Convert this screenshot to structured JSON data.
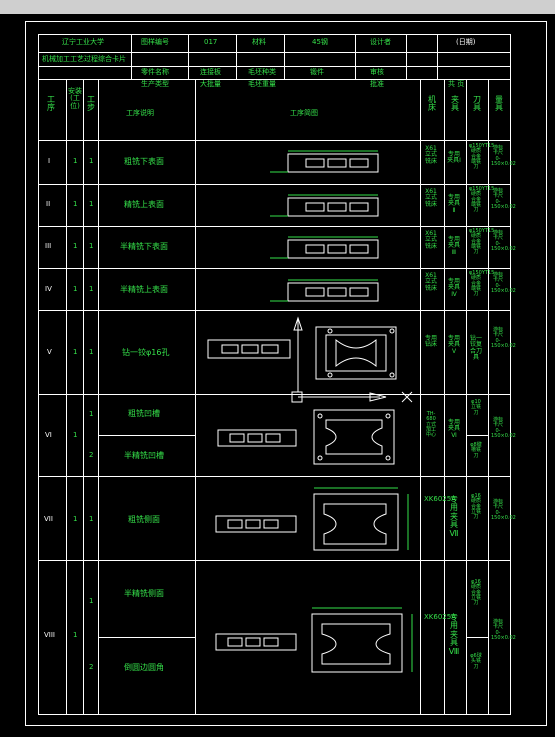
{
  "header": {
    "university": "辽宁工业大学",
    "card_title": "机械加工工艺过程综合卡片",
    "cells_row1": [
      "图样编号",
      "017",
      "材料",
      "45钢",
      "设计者",
      "(日期)"
    ],
    "cells_row2": [
      "零件名称",
      "连接板",
      "毛坯种类",
      "锻件",
      "审核",
      ""
    ],
    "cells_row3": [
      "生产类型",
      "大批量",
      "毛坯重量",
      "",
      "批准",
      "共 页"
    ]
  },
  "columns": {
    "process": "工序",
    "install": "安装(工位)",
    "step": "工步",
    "content": "工序说明",
    "sketch": "工序简图",
    "machine": "机床",
    "fixture": "夹具",
    "tool": "刀具",
    "gauge": "量具"
  },
  "rows": [
    {
      "num": "I",
      "install": "1",
      "step": "1",
      "content": "粗铣下表面",
      "machine": "X61立式铣床",
      "fixture": "专用夹具Ⅰ",
      "tool": "φ150YT15硬质合金端铣刀",
      "gauge": "游标卡尺 0-150×0.02"
    },
    {
      "num": "II",
      "install": "1",
      "step": "1",
      "content": "精铣上表面",
      "machine": "X61立式铣床",
      "fixture": "专用夹具Ⅱ",
      "tool": "φ150YT15硬质合金端铣刀",
      "gauge": "游标卡尺 0-150×0.02"
    },
    {
      "num": "III",
      "install": "1",
      "step": "1",
      "content": "半精铣下表面",
      "machine": "X61立式铣床",
      "fixture": "专用夹具Ⅲ",
      "tool": "φ150YT15硬质合金端铣刀",
      "gauge": "游标卡尺 0-150×0.02"
    },
    {
      "num": "IV",
      "install": "1",
      "step": "1",
      "content": "半精铣上表面",
      "machine": "X61立式铣床",
      "fixture": "专用夹具Ⅳ",
      "tool": "φ150YT15硬质合金端铣刀",
      "gauge": "游标卡尺 0-150×0.02"
    },
    {
      "num": "V",
      "install": "1",
      "step": "1",
      "content": "钻一铰φ16孔",
      "machine": "专用钻床",
      "fixture": "专用夹具V",
      "tool": "钻一铰复合刀具",
      "gauge": "游标卡尺 0-150×0.02"
    },
    {
      "num": "VI",
      "install": "1",
      "step": "1",
      "content": "粗铣凹槽",
      "machine": "TH-680立式加工中心",
      "fixture": "专用夹具Ⅵ",
      "tool": "φ10立铣刀",
      "gauge": "游标卡尺 0-150×0.02"
    },
    {
      "num": "",
      "install": "",
      "step": "2",
      "content": "半精铣凹槽",
      "machine": "",
      "fixture": "",
      "tool": "φ8键槽铣刀",
      "gauge": ""
    },
    {
      "num": "VII",
      "install": "1",
      "step": "1",
      "content": "粗铣侧面",
      "machine": "XK6025A",
      "fixture": "专用夹具Ⅶ",
      "tool": "φ16硬质合金立铣刀",
      "gauge": "游标卡尺 0-150×0.02"
    },
    {
      "num": "VIII",
      "install": "1",
      "step": "1",
      "content": "半精铣侧面",
      "machine": "XK6025A",
      "fixture": "专用夹具Ⅷ",
      "tool": "φ16硬质合金立铣刀",
      "gauge": "游标卡尺 0-150×0.02"
    },
    {
      "num": "",
      "install": "",
      "step": "2",
      "content": "倒圆边圆角",
      "machine": "",
      "fixture": "",
      "tool": "φ6球头铣刀",
      "gauge": ""
    }
  ],
  "colors": {
    "line": "#ffffff",
    "text": "#35e04a",
    "part": "#ffffff",
    "dim": "#35e04a",
    "bg": "#000000"
  }
}
